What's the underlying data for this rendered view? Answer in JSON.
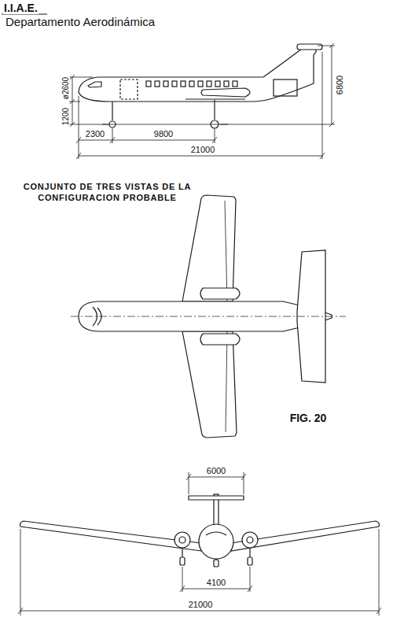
{
  "diagram": {
    "title": "CONJUNTO DE TRES VISTAS DE LA CONFIGURACION PROBABLE",
    "caption": "FIG. 20",
    "labels": [
      "I.I.A.E.",
      "Departamento Aerodinámica",
      "1200",
      "ø2600",
      "2300",
      "9800",
      "21000",
      "6800",
      "6000",
      "4100",
      "21000"
    ]
  }
}
